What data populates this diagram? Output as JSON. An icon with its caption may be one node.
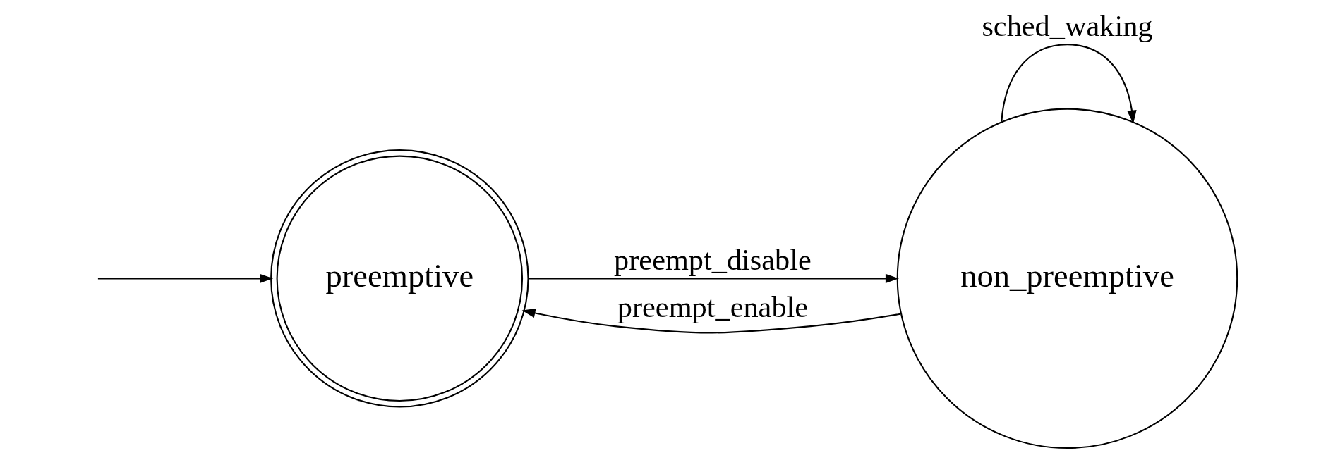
{
  "diagram": {
    "nodes": [
      {
        "text": [
          "preemptive"
        ]
      },
      {
        "text": [
          "non_preemptive"
        ]
      }
    ],
    "edges": [
      {
        "from": null,
        "to": 0,
        "arrow": "to"
      },
      {
        "from": 0,
        "to": 1,
        "arrow": "to",
        "label": "preempt_disable"
      },
      {
        "from": 1,
        "to": 0,
        "arrow": "to",
        "label": "preempt_enable"
      },
      {
        "from": 1,
        "to": 1,
        "arrow": "to",
        "label": "sched_waking"
      }
    ]
  }
}
